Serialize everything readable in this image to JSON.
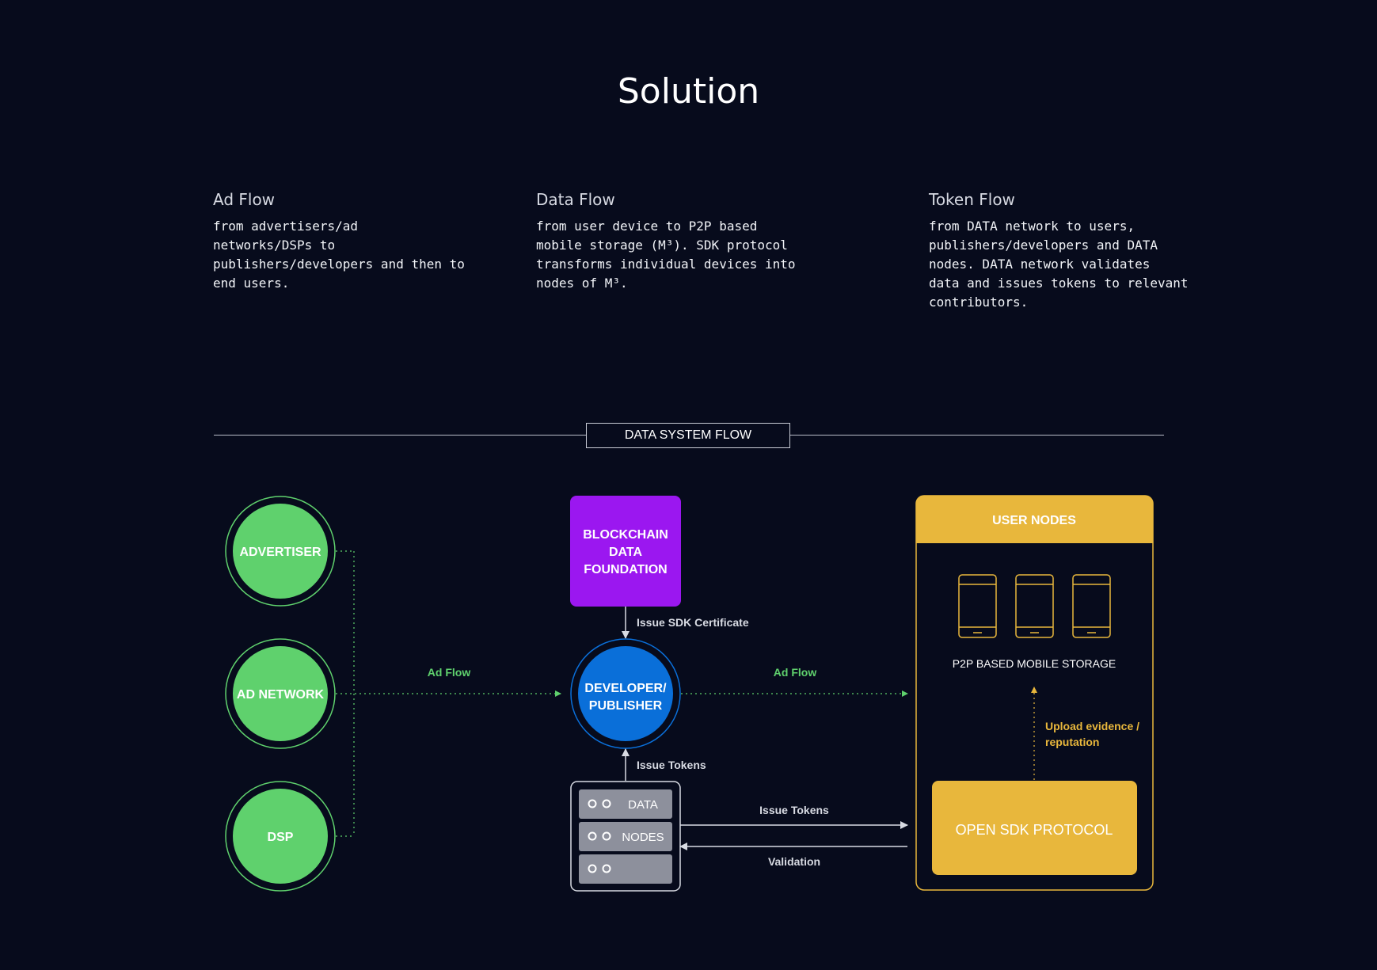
{
  "page": {
    "title": "Solution"
  },
  "columns": [
    {
      "heading": "Ad Flow",
      "lines": [
        "from advertisers/ad",
        "networks/DSPs to",
        "publishers/developers and then to",
        "end users."
      ]
    },
    {
      "heading": "Data Flow",
      "lines": [
        "from user device to P2P based",
        "mobile storage (M³). SDK protocol",
        "transforms individual devices into",
        "nodes of M³."
      ]
    },
    {
      "heading": "Token Flow",
      "lines": [
        "from DATA network to users,",
        "publishers/developers and DATA",
        "nodes. DATA network validates",
        "data and issues tokens to relevant",
        "contributors."
      ]
    }
  ],
  "diagram": {
    "section_label": "DATA SYSTEM FLOW",
    "nodes": {
      "advertiser": "ADVERTISER",
      "ad_network": "AD NETWORK",
      "dsp": "DSP",
      "blockchain": [
        "BLOCKCHAIN",
        "DATA",
        "FOUNDATION"
      ],
      "developer": [
        "DEVELOPER/",
        "PUBLISHER"
      ],
      "data_nodes": [
        "DATA",
        "NODES"
      ],
      "user_nodes_header": "USER NODES",
      "storage": "P2P BASED MOBILE STORAGE",
      "sdk": "OPEN SDK PROTOCOL"
    },
    "edges": {
      "ad_flow_left": "Ad Flow",
      "ad_flow_right": "Ad Flow",
      "issue_sdk_certificate": "Issue SDK Certificate",
      "issue_tokens_up": "Issue Tokens",
      "issue_tokens_right": "Issue Tokens",
      "validation": "Validation",
      "upload_evidence": [
        "Upload evidence /",
        "reputation"
      ]
    },
    "colors": {
      "background": "#070b1c",
      "green": "#5fd16d",
      "purple": "#9b17f0",
      "blue": "#0a6fd9",
      "gold": "#e8b73c",
      "gray_block": "#8d909c"
    }
  }
}
